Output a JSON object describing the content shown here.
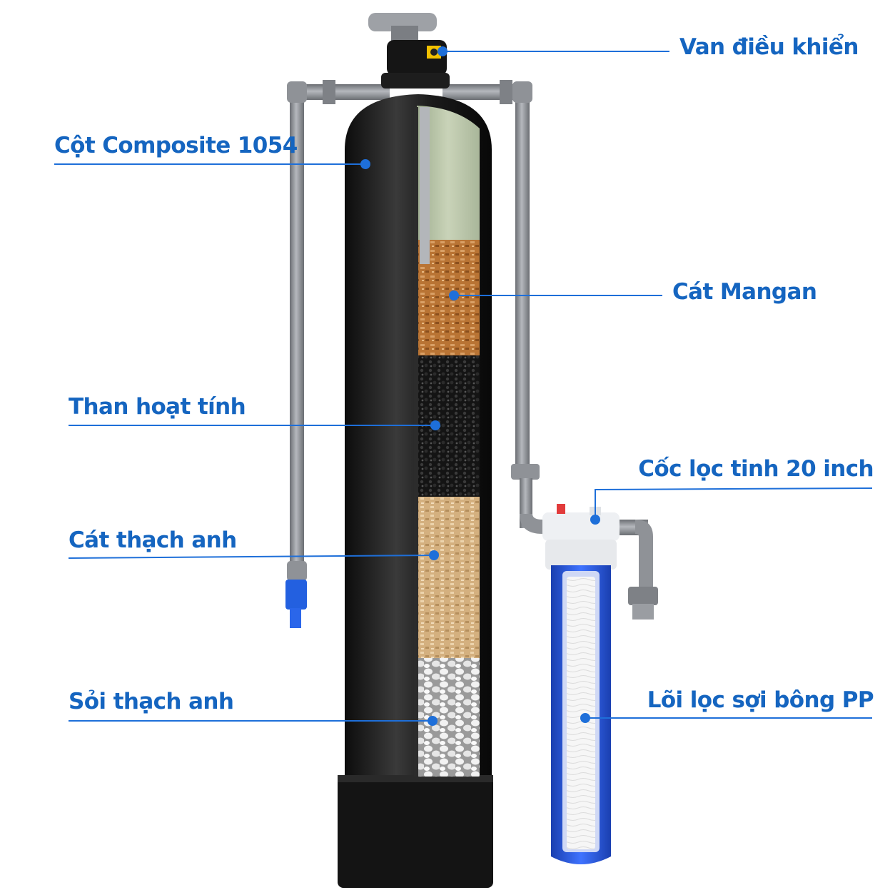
{
  "labels": {
    "control_valve": "Van điều khiển",
    "composite_column": "Cột Composite 1054",
    "manganese_sand": "Cát Mangan",
    "activated_carbon": "Than hoạt tính",
    "quartz_sand": "Cát thạch anh",
    "quartz_gravel": "Sỏi thạch anh",
    "filter_housing": "Cốc lọc tinh 20 inch",
    "pp_cartridge": "Lõi lọc sợi bông PP"
  },
  "colors": {
    "label_text": "#1565c0",
    "leader_line": "#1e6fd9",
    "tank_body": "#1b1b1b",
    "pipe": "#8d9096",
    "housing_blue": "#1f4fd0",
    "manganese": "#b5712f",
    "carbon": "#1e1e1e",
    "quartz_sand": "#d8b78a",
    "gravel": "#eeeeee",
    "pp_cartridge": "#f4f4f4"
  }
}
